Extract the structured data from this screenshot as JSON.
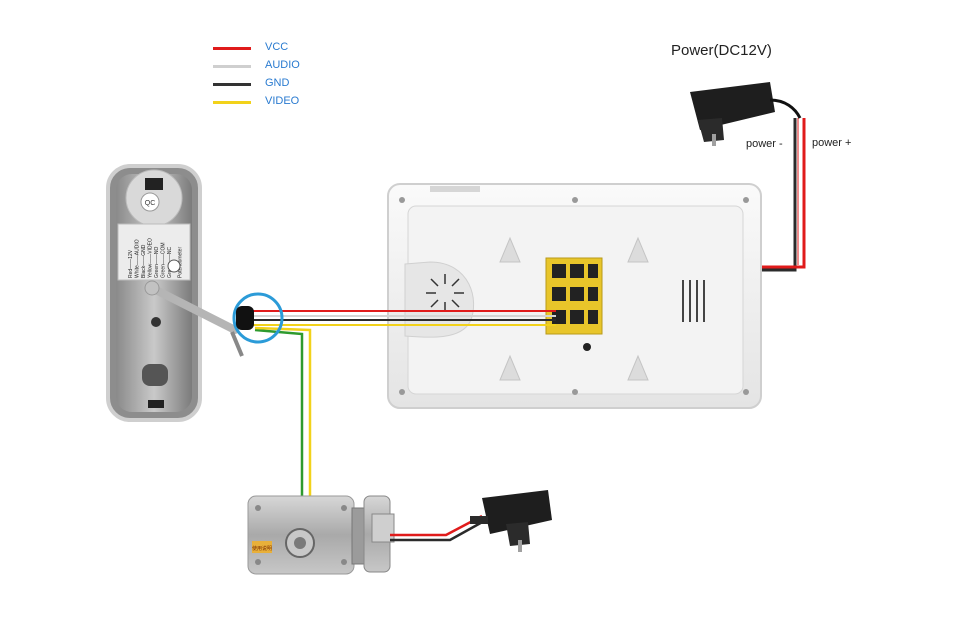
{
  "legend": {
    "items": [
      {
        "label": "VCC",
        "color": "#e01b1b"
      },
      {
        "label": "AUDIO",
        "color": "#cfcfcf"
      },
      {
        "label": "GND",
        "color": "#333333"
      },
      {
        "label": "VIDEO",
        "color": "#f2d21a"
      }
    ]
  },
  "power": {
    "title": "Power(DC12V)",
    "minus_label": "power -",
    "plus_label": "power +"
  },
  "doorbell": {
    "sticker_lines": [
      "Red——12V",
      "White——AUDIO",
      "Black——GND",
      "Yellow——VIDEO",
      "Green——NO",
      "Green——COM",
      "Green——NC"
    ],
    "potentiometer_label": "Potentiometer",
    "qc_label": "QC"
  },
  "lock": {
    "tag": "使用说明"
  },
  "wire_colors": {
    "red": "#e01b1b",
    "white": "#d4d4d4",
    "black": "#2b2b2b",
    "yellow": "#f2d21a",
    "green": "#2e9a2e",
    "highlight": "#2b9bd8"
  }
}
